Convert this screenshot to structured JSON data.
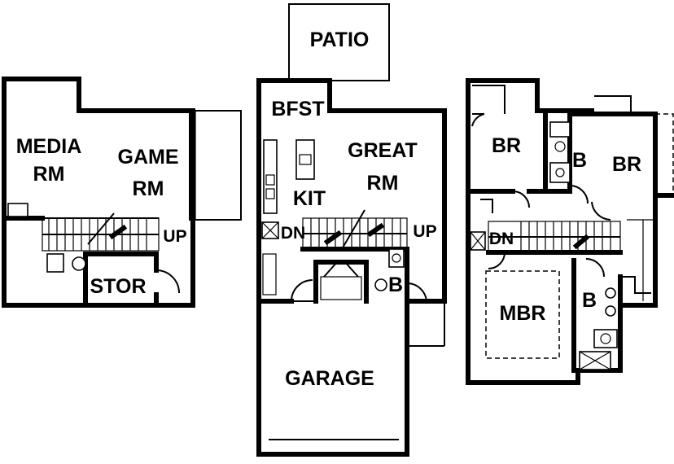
{
  "floors": {
    "lower": {
      "rooms": {
        "media_line1": "MEDIA",
        "media_line2": "RM",
        "game_line1": "GAME",
        "game_line2": "RM",
        "storage": "STOR"
      },
      "stair_label": "UP"
    },
    "main": {
      "rooms": {
        "patio": "PATIO",
        "breakfast": "BFST",
        "great_line1": "GREAT",
        "great_line2": "RM",
        "kitchen": "KIT",
        "bath": "B",
        "garage": "GARAGE"
      },
      "stair_down_label": "DN",
      "stair_up_label": "UP"
    },
    "upper": {
      "rooms": {
        "bedroom_left": "BR",
        "bath_top": "B",
        "bedroom_right": "BR",
        "master_bedroom": "MBR",
        "master_bath": "B"
      },
      "stair_label": "DN"
    }
  }
}
